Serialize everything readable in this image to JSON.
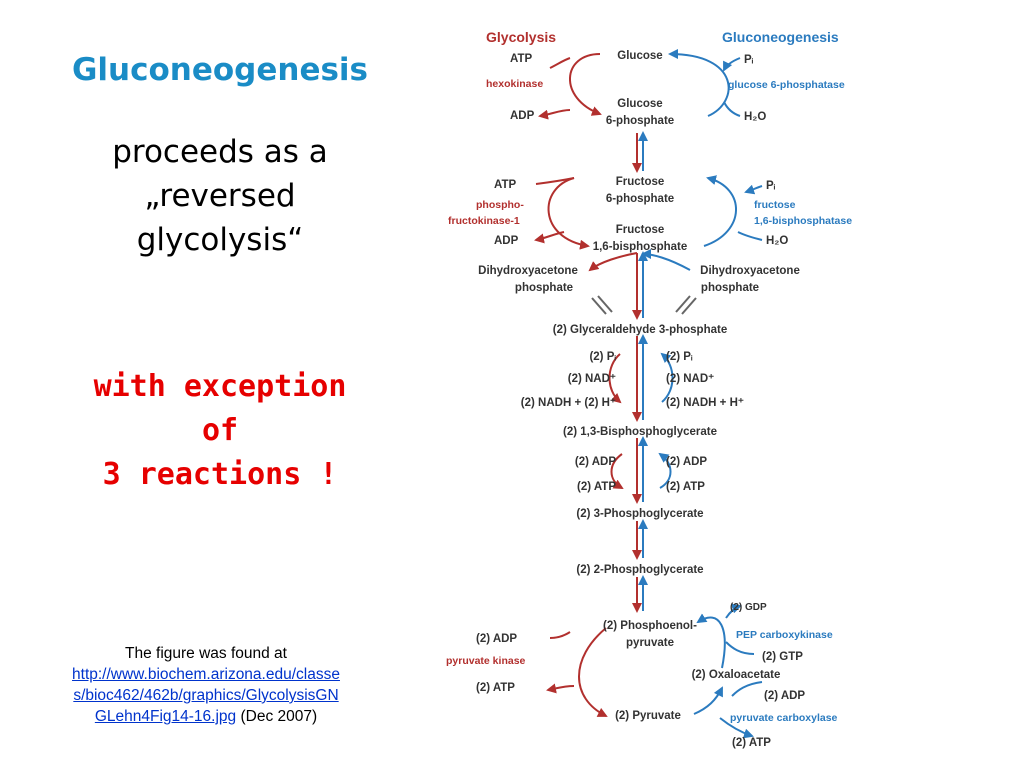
{
  "heading": "Gluconeogenesis",
  "subtitle": [
    "proceeds as a",
    "„reversed",
    "glycolysis“"
  ],
  "exception": [
    "with exception",
    "of",
    "3 reactions !"
  ],
  "source": {
    "prefix": "The figure was found at",
    "url": "http://www.biochem.arizona.edu/classes/bioc462/462b/graphics/GlycolysisGNGLehn4Fig14-16.jpg",
    "url_lines": [
      "http://www.biochem.arizona.edu/classe",
      "s/bioc462/462b/graphics/GlycolysisGN",
      "GLehn4Fig14-16.jpg"
    ],
    "suffix": " (Dec 2007)"
  },
  "colors": {
    "glycolysis": "#b2302e",
    "gluconeogenesis": "#2b7bbf",
    "heading": "#1a8cc6",
    "exception": "#e60000",
    "center_text": "#333333"
  },
  "diagram": {
    "glycolysis_label": "Glycolysis",
    "gluconeogenesis_label": "Gluconeogenesis",
    "metabolites": {
      "glucose": "Glucose",
      "g6p": [
        "Glucose",
        "6-phosphate"
      ],
      "f6p": [
        "Fructose",
        "6-phosphate"
      ],
      "f16bp": [
        "Fructose",
        "1,6-bisphosphate"
      ],
      "dhap_left": [
        "Dihydroxyacetone",
        "phosphate"
      ],
      "dhap_right": [
        "Dihydroxyacetone",
        "phosphate"
      ],
      "gap": "(2) Glyceraldehyde 3-phosphate",
      "bpg": "(2) 1,3-Bisphosphoglycerate",
      "pg3": "(2) 3-Phosphoglycerate",
      "pg2": "(2) 2-Phosphoglycerate",
      "pep": [
        "(2) Phosphoenol-",
        "pyruvate"
      ],
      "pyruvate": "(2) Pyruvate",
      "oaa": "(2) Oxaloacetate"
    },
    "glycolysis_side": {
      "atp1": "ATP",
      "enzyme1": "hexokinase",
      "adp1": "ADP",
      "atp2": "ATP",
      "enzyme2": [
        "phospho-",
        "fructokinase-1"
      ],
      "adp2": "ADP",
      "pi": "(2) Pᵢ",
      "nad": "(2) NAD⁺",
      "nadh": "(2) NADH + (2) H⁺",
      "adp3": "(2) ADP",
      "atp3": "(2) ATP",
      "adp4": "(2) ADP",
      "enzyme3": "pyruvate kinase",
      "atp4": "(2) ATP"
    },
    "gng_side": {
      "pi1": "Pᵢ",
      "enzyme1": "glucose 6-phosphatase",
      "h2o1": "H₂O",
      "pi2": "Pᵢ",
      "enzyme2": [
        "fructose",
        "1,6-bisphosphatase"
      ],
      "h2o2": "H₂O",
      "pi3": "(2) Pᵢ",
      "nad": "(2) NAD⁺",
      "nadh": "(2) NADH + H⁺",
      "adp3": "(2) ADP",
      "atp3": "(2) ATP",
      "gdp": "(2) GDP",
      "enzyme3": "PEP carboxykinase",
      "gtp": "(2) GTP",
      "adp4": "(2) ADP",
      "enzyme4": "pyruvate carboxylase",
      "atp4": "(2) ATP"
    }
  }
}
